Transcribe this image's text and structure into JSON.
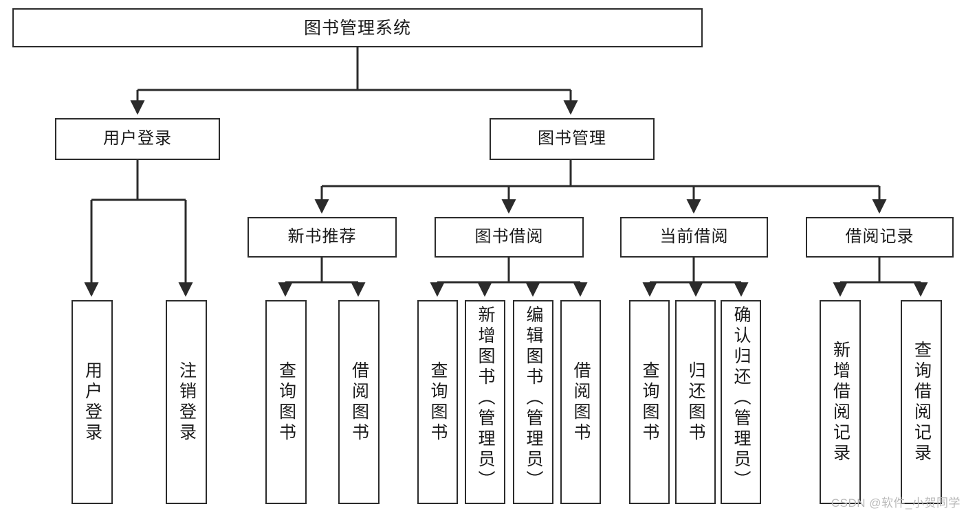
{
  "diagram": {
    "title": "图书管理系统",
    "type": "tree-hierarchy-diagram",
    "colors": {
      "stroke": "#2b2b2b",
      "fill": "#ffffff",
      "text": "#1a1a1a",
      "watermark": "#b9b9b9"
    },
    "root": {
      "label": "图书管理系统"
    },
    "level1": [
      {
        "label": "用户登录"
      },
      {
        "label": "图书管理"
      }
    ],
    "level2": [
      {
        "label": "新书推荐"
      },
      {
        "label": "图书借阅"
      },
      {
        "label": "当前借阅"
      },
      {
        "label": "借阅记录"
      }
    ],
    "leaves": {
      "user_login": [
        {
          "label": "用户登录"
        },
        {
          "label": "注销登录"
        }
      ],
      "new_book_recommend": [
        {
          "label": "查询图书"
        },
        {
          "label": "借阅图书"
        }
      ],
      "book_borrow": [
        {
          "label": "查询图书"
        },
        {
          "label": "新增图书（管理员）"
        },
        {
          "label": "编辑图书（管理员）"
        },
        {
          "label": "借阅图书"
        }
      ],
      "current_borrow": [
        {
          "label": "查询图书"
        },
        {
          "label": "归还图书"
        },
        {
          "label": "确认归还（管理员）"
        }
      ],
      "borrow_record": [
        {
          "label": "新增借阅记录"
        },
        {
          "label": "查询借阅记录"
        }
      ]
    }
  },
  "watermark": {
    "text": "CSDN @软件_小贺同学"
  }
}
